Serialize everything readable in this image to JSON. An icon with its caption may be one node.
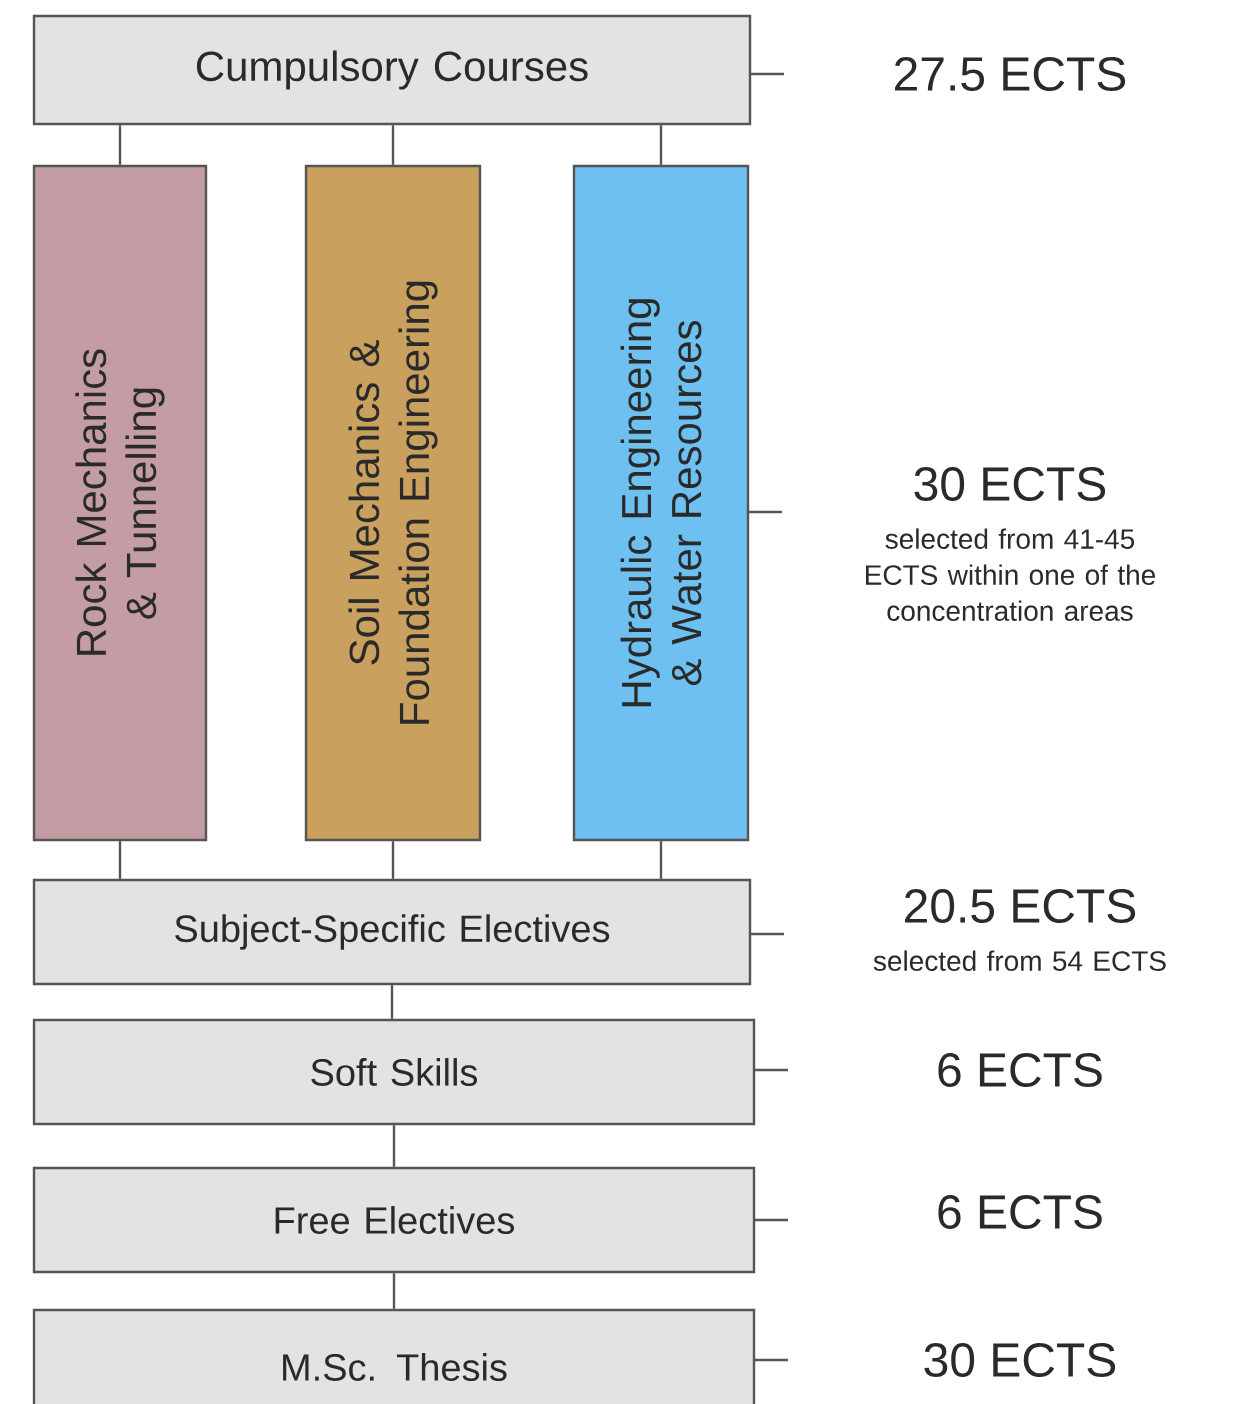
{
  "diagram": {
    "nodes": [
      {
        "text": [
          "Cumpulsory Courses"
        ],
        "beside": [
          "27.5 ECTS"
        ]
      },
      {
        "text": [
          "Rock Mechanics & Tunnelling"
        ]
      },
      {
        "text": [
          "Soil Mechanics & Foundation Engineering"
        ]
      },
      {
        "text": [
          "Hydraulic Engineering & Water Resources"
        ],
        "beside": [
          "30 ECTS",
          "selected from 41-45 ECTS within one of the concentration areas"
        ]
      },
      {
        "text": [
          "Subject-Specific Electives"
        ],
        "beside": [
          "20.5 ECTS",
          "selected from 54 ECTS"
        ]
      },
      {
        "text": [
          "Soft Skills"
        ],
        "beside": [
          "6 ECTS"
        ]
      },
      {
        "text": [
          "Free Electives"
        ],
        "beside": [
          "6 ECTS"
        ]
      },
      {
        "text": [
          "M.Sc. Thesis"
        ],
        "beside": [
          "30 ECTS"
        ]
      }
    ],
    "edges": [
      {
        "from": 0,
        "to": 1,
        "arrow": "none"
      },
      {
        "from": 0,
        "to": 2,
        "arrow": "none"
      },
      {
        "from": 0,
        "to": 3,
        "arrow": "none"
      },
      {
        "from": 1,
        "to": 4,
        "arrow": "none"
      },
      {
        "from": 2,
        "to": 4,
        "arrow": "none"
      },
      {
        "from": 3,
        "to": 4,
        "arrow": "none"
      },
      {
        "from": 4,
        "to": 5,
        "arrow": "none"
      },
      {
        "from": 5,
        "to": 6,
        "arrow": "none"
      },
      {
        "from": 6,
        "to": 7,
        "arrow": "none"
      }
    ]
  }
}
